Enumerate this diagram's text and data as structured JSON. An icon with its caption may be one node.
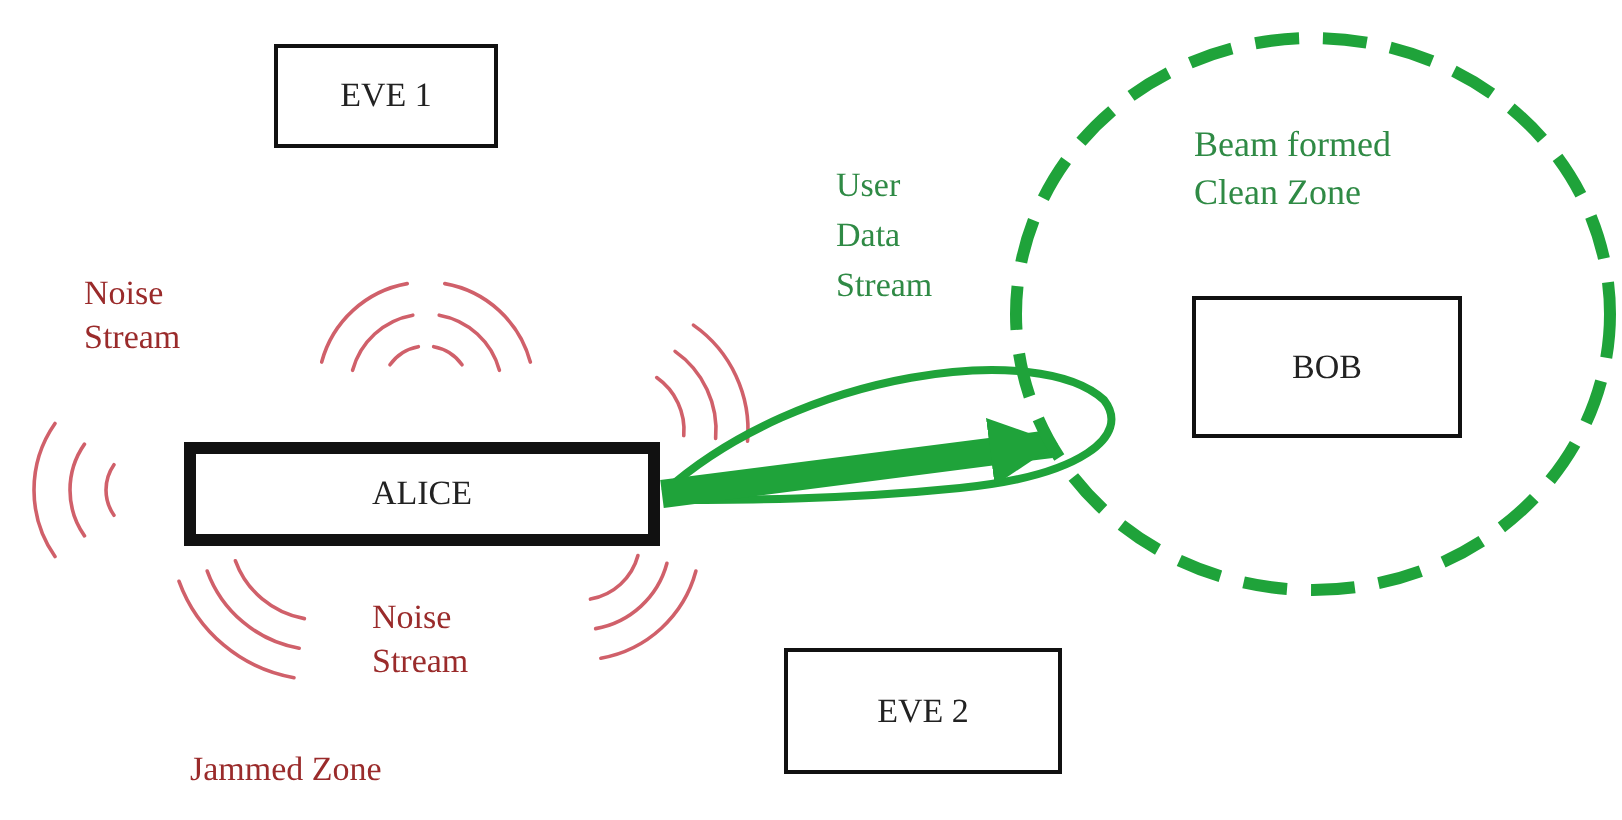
{
  "diagram": {
    "nodes": [
      {
        "text": [
          "EVE 1"
        ]
      },
      {
        "text": [
          "ALICE"
        ]
      },
      {
        "text": [
          "Beam formed Clean Zone"
        ]
      },
      {
        "text": [
          "BOB"
        ],
        "in": 2
      },
      {
        "text": [
          "EVE 2"
        ]
      }
    ],
    "edges": [
      {
        "from": 1,
        "to": 2,
        "arrow": "to"
      }
    ],
    "labels": [
      "Noise Stream",
      "User Data Stream",
      "Noise Stream",
      "Jammed Zone"
    ]
  }
}
